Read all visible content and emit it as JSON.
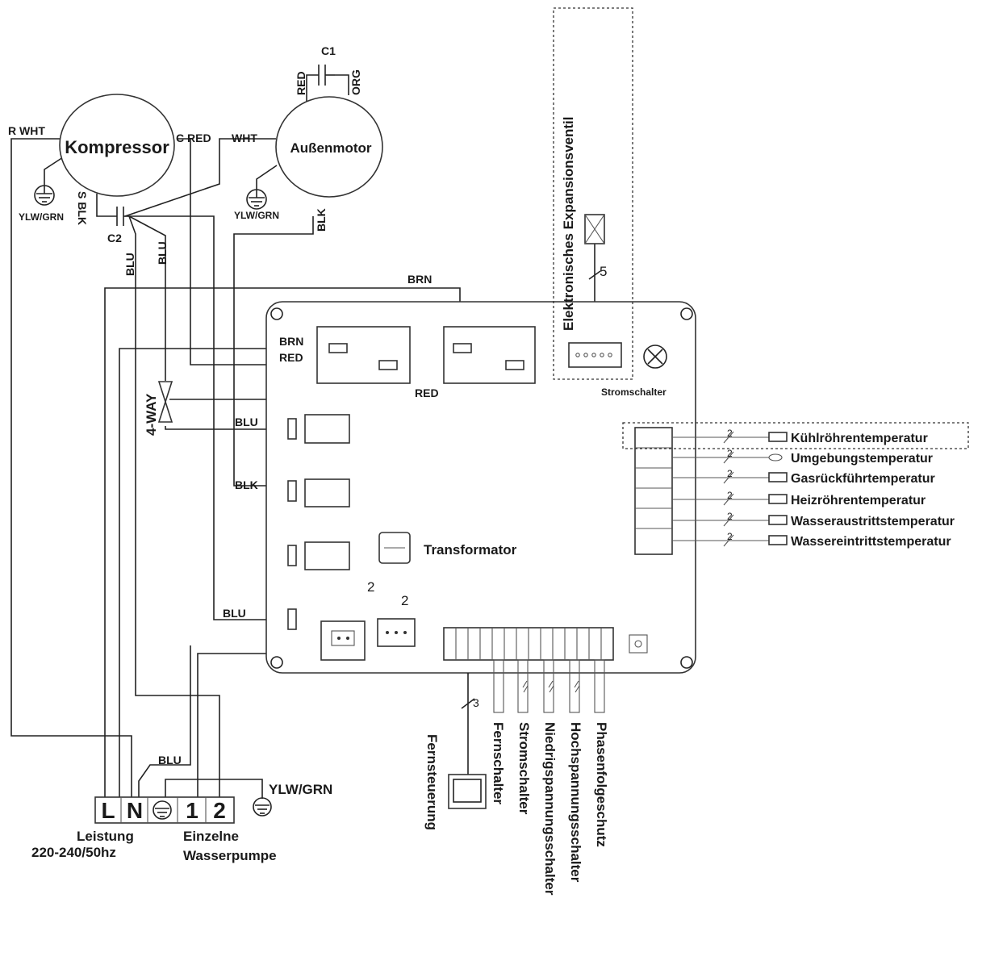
{
  "components": {
    "compressor": "Kompressor",
    "outdoor_motor": "Außenmotor",
    "four_way": "4-WAY",
    "transformer": "Transformator",
    "power_switch": "Stromschalter",
    "expansion_valve": "Elektronisches Expansionsventil",
    "capacitor_c1": "C1",
    "capacitor_c2": "C2"
  },
  "wires": {
    "r_wht": "R WHT",
    "c_red": "C RED",
    "s_blk": "S BLK",
    "wht": "WHT",
    "red": "RED",
    "org": "ORG",
    "blk": "BLK",
    "blu": "BLU",
    "brn": "BRN",
    "ground": "YLW/GRN"
  },
  "counts": {
    "eev": "5",
    "sensor": "2",
    "transformer": "2",
    "remote": "3"
  },
  "sensors": [
    "Kühlröhrentemperatur",
    "Umgebungstemperatur",
    "Gasrückführtemperatur",
    "Heizröhrentemperatur",
    "Wasseraustrittstemperatur",
    "Wassereintrittstemperatur"
  ],
  "terminal": [
    "L",
    "N",
    "1",
    "2"
  ],
  "power_label": [
    "Leistung",
    "220-240/50hz"
  ],
  "pump_label": [
    "Einzelne",
    "Wasserpumpe"
  ],
  "bottom_labels": [
    "Fernsteuerung",
    "Fernschalter",
    "Stromschalter",
    "Niedrigspannungsschalter",
    "Hochspannungsschalter",
    "Phasenfolgeschutz"
  ]
}
